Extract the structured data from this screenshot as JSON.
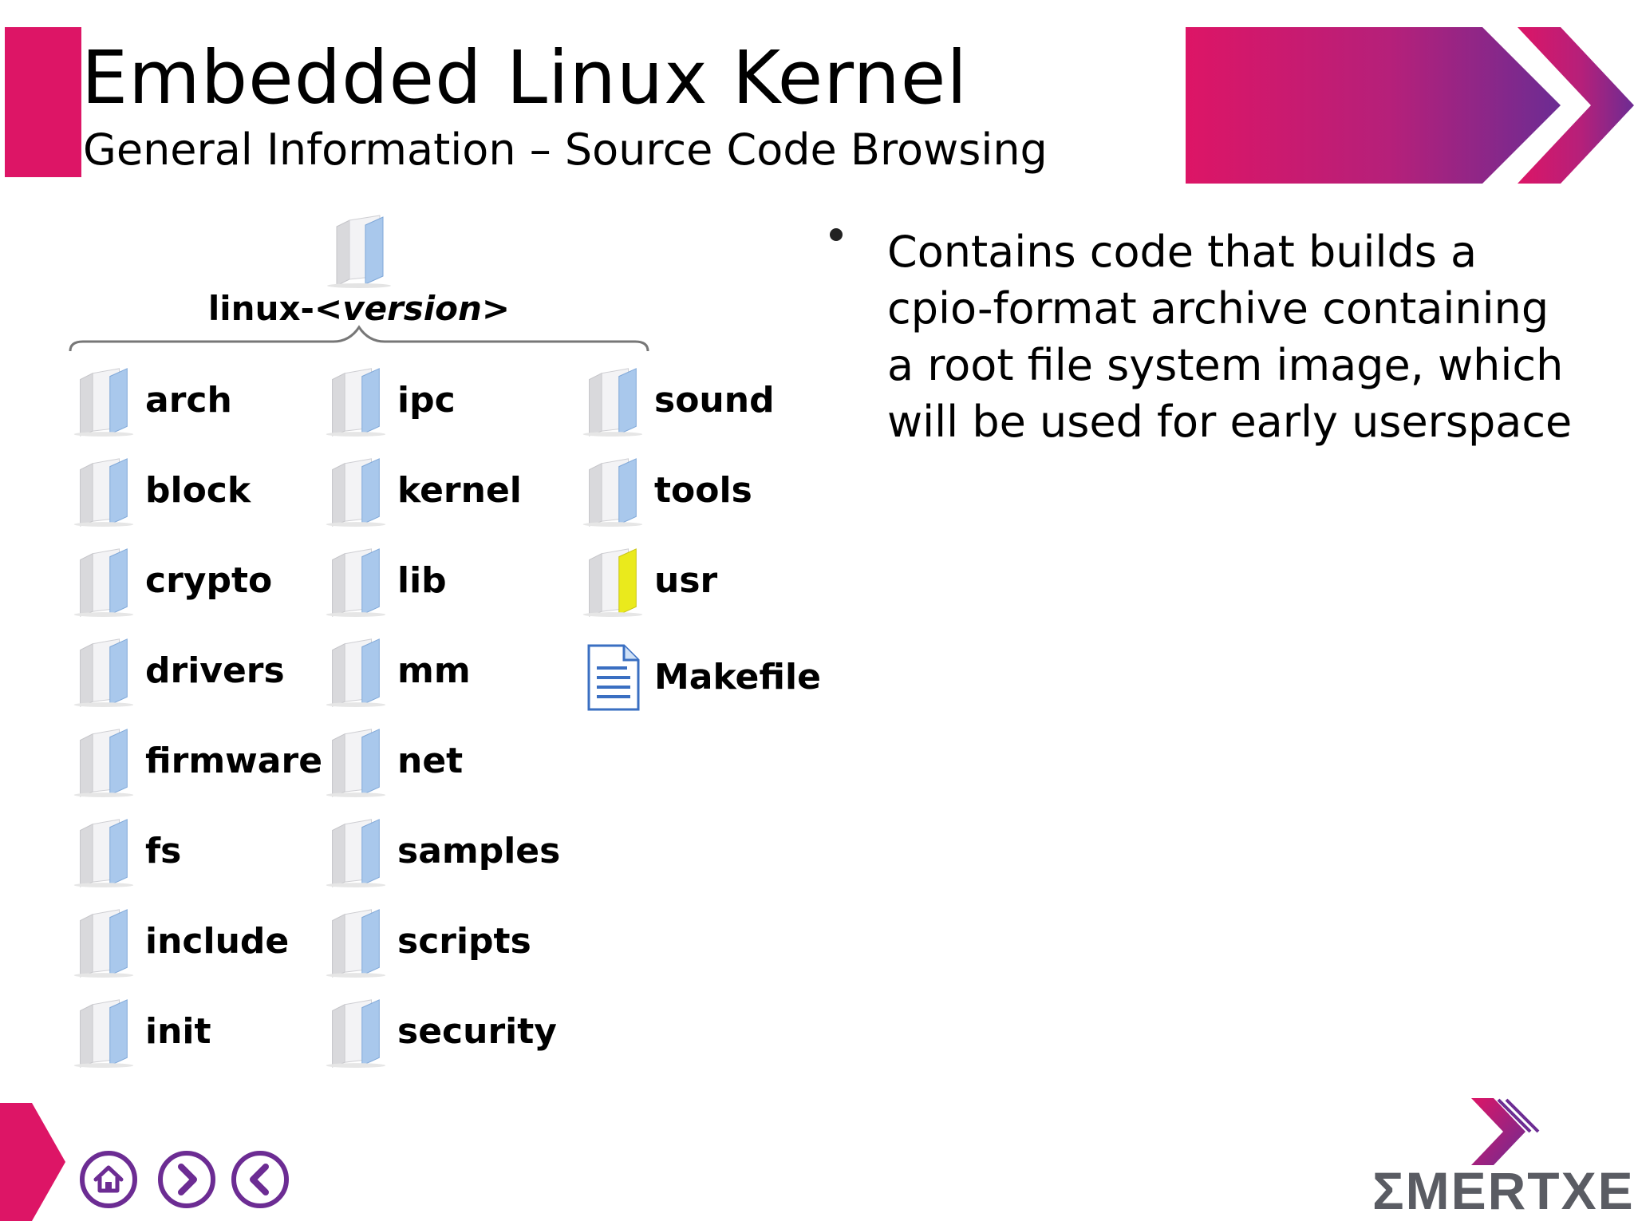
{
  "slide": {
    "title": "Embedded Linux Kernel",
    "subtitle": "General Information – Source Code Browsing"
  },
  "tree": {
    "root_prefix": "linux-<",
    "root_version": "version",
    "root_suffix": ">",
    "columns": [
      [
        "arch",
        "block",
        "crypto",
        "drivers",
        "firmware",
        "fs",
        "include",
        "init"
      ],
      [
        "ipc",
        "kernel",
        "lib",
        "mm",
        "net",
        "samples",
        "scripts",
        "security"
      ],
      [
        "sound",
        "tools",
        "usr",
        "Makefile"
      ]
    ],
    "highlighted_folder": "usr",
    "file_entry": "Makefile"
  },
  "bullet": {
    "text": "Contains code that builds a cpio-format archive containing a root file system image, which will be used for early userspace"
  },
  "nav": {
    "home_icon": "home-icon",
    "next_icon": "chevron-right-icon",
    "prev_icon": "chevron-left-icon"
  },
  "logo": {
    "text": "ΣMERTXE"
  },
  "colors": {
    "accent_pink": "#dd1566",
    "accent_purple": "#6c2c93",
    "folder_blue": "#a9c8ec",
    "folder_yellow": "#eaea1c",
    "logo_gray": "#5a5c63"
  }
}
